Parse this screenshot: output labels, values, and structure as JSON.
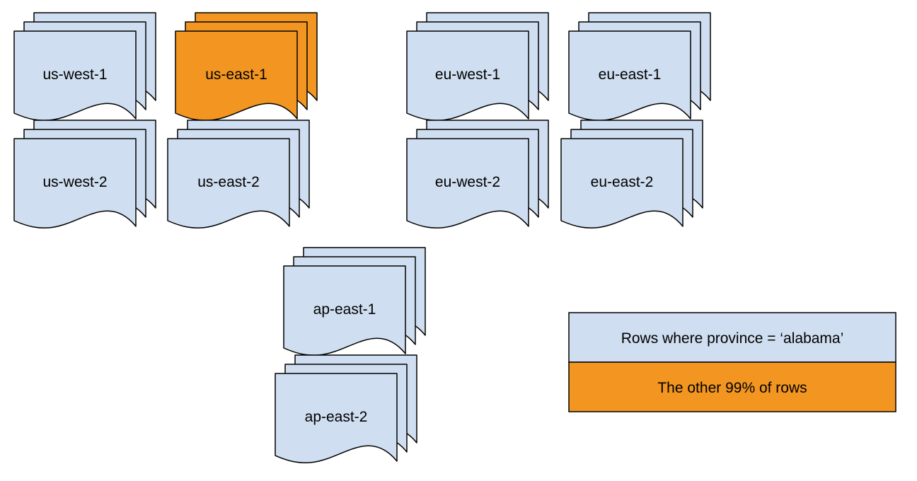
{
  "colors": {
    "default_fill": "#cfdef0",
    "highlight_fill": "#f29621",
    "stroke": "#000000",
    "background": "#ffffff"
  },
  "regions": [
    {
      "label": "us-west-1",
      "highlight": false
    },
    {
      "label": "us-east-1",
      "highlight": true
    },
    {
      "label": "us-west-2",
      "highlight": false
    },
    {
      "label": "us-east-2",
      "highlight": false
    },
    {
      "label": "eu-west-1",
      "highlight": false
    },
    {
      "label": "eu-east-1",
      "highlight": false
    },
    {
      "label": "eu-west-2",
      "highlight": false
    },
    {
      "label": "eu-east-2",
      "highlight": false
    },
    {
      "label": "ap-east-1",
      "highlight": false
    },
    {
      "label": "ap-east-2",
      "highlight": false
    }
  ],
  "legend": [
    {
      "label": "Rows where province = ‘alabama’",
      "highlight": false
    },
    {
      "label": "The other 99% of rows",
      "highlight": true
    }
  ]
}
